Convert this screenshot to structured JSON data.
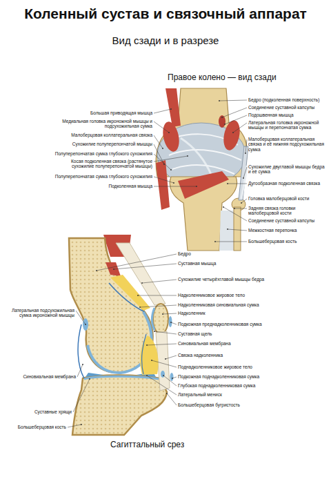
{
  "diagram": {
    "title": "Коленный сустав и связочный аппарат",
    "labels": [
      "Вид сзади и в разрезе",
      "Правое колено — вид сзади",
      "Бедро (подколенная поверхность)",
      "Соединение суставной капсулы",
      "Подошвенная мышца",
      "Латеральная головка икроножной мышцы и перепончатая сумка",
      "Малоберцовая коллатеральная связка и её нижняя подсухожильная сумка",
      "Сухожилие двуглавой мышцы бедра и её сумка",
      "Дугообразная подколенная связка",
      "Головка малоберцовой кости",
      "Задняя связка головки малоберцовой кости",
      "Соединение суставной капсулы",
      "Межкостная перепонка",
      "Большеберцовая кость",
      "Большая приводящая мышца",
      "Медиальная головка икроножной мышцы и подсухожильная сумка",
      "Малоберцовая коллатеральная связка",
      "Сухожилие полуперепончатой мышцы",
      "Полуперепончатая сумка глубокого сухожилия",
      "Косая подколенная связка (растянутое сухожилие полуперепончатой мышцы)",
      "Полуперепончатая сумка глубокого сухожилия",
      "Подколенная мышца",
      "Бедро",
      "Суставная мышца",
      "Сухожилие четырёхглавой мышцы бедра",
      "Надколенниковое жировое тело",
      "Надколенниковая синовиальная сумка",
      "Надколенник",
      "Подкожная преднадколенниковая сумка",
      "Суставная щель",
      "Синовиальная мембрана",
      "Связка надколенника",
      "Поднадколенниковое жировое тело",
      "Подкожная поднадколенниковая сумка",
      "Глубокая поднадколенниковая сумка",
      "Латеральный мениск",
      "Большеберцовая бугристость",
      "Латеральная подсухожильная сумка икроножной мышцы",
      "Синовиальная мембрана",
      "Суставные хрящи",
      "Большеберцовая кость",
      "Сагиттальный срез"
    ]
  }
}
